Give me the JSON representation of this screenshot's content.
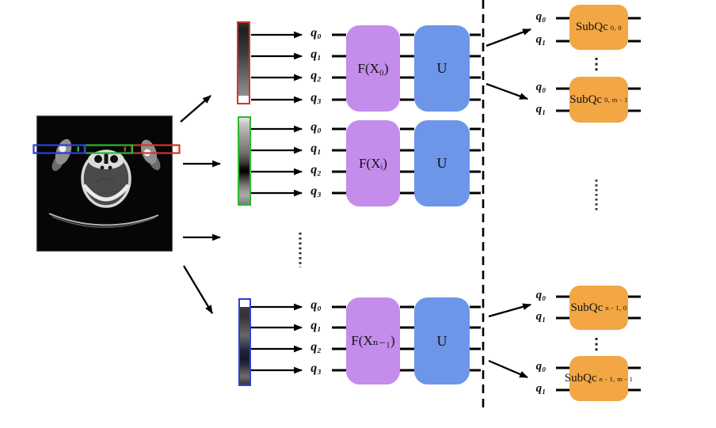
{
  "figure": {
    "ct_image": {
      "description": "axial-head-ct-scan",
      "row_overlays": [
        {
          "id": "row-blue",
          "color": "#2b3fd4"
        },
        {
          "id": "row-green",
          "color": "#2eb82e"
        },
        {
          "id": "row-red",
          "color": "#d0372a"
        }
      ]
    },
    "strips": [
      {
        "id": "strip-red",
        "border_color": "#d0372a"
      },
      {
        "id": "strip-green",
        "border_color": "#2eb82e"
      },
      {
        "id": "strip-blue",
        "border_color": "#2b3fd4"
      }
    ],
    "encoder_groups": [
      {
        "qubits": [
          "q₀",
          "q₁",
          "q₂",
          "q₃"
        ],
        "feature_map_label": "F(X₀)",
        "unitary_label": "U"
      },
      {
        "qubits": [
          "q₀",
          "q₁",
          "q₂",
          "q₃"
        ],
        "feature_map_label": "F(Xᵢ)",
        "unitary_label": "U"
      },
      {
        "qubits": [
          "q₀",
          "q₁",
          "q₂",
          "q₃"
        ],
        "feature_map_label": "F(Xₙ₋₁)",
        "unitary_label": "U"
      }
    ],
    "sub_circuits": [
      {
        "qubits": [
          "q₀",
          "q₁"
        ],
        "label": "SubQc",
        "subscript": "0, 0"
      },
      {
        "qubits": [
          "q₀",
          "q₁"
        ],
        "label": "SubQc",
        "subscript": "0, m - 1"
      },
      {
        "qubits": [
          "q₀",
          "q₁"
        ],
        "label": "SubQc",
        "subscript": "n - 1, 0"
      },
      {
        "qubits": [
          "q₀",
          "q₁"
        ],
        "label": "SubQc",
        "subscript": "n - 1, m - 1"
      }
    ],
    "ellipsis": "⋮",
    "colors": {
      "feature_map_fill": "#c48ceb",
      "unitary_fill": "#6d95e8",
      "subqc_fill": "#f2a644",
      "wire": "#000000"
    }
  }
}
